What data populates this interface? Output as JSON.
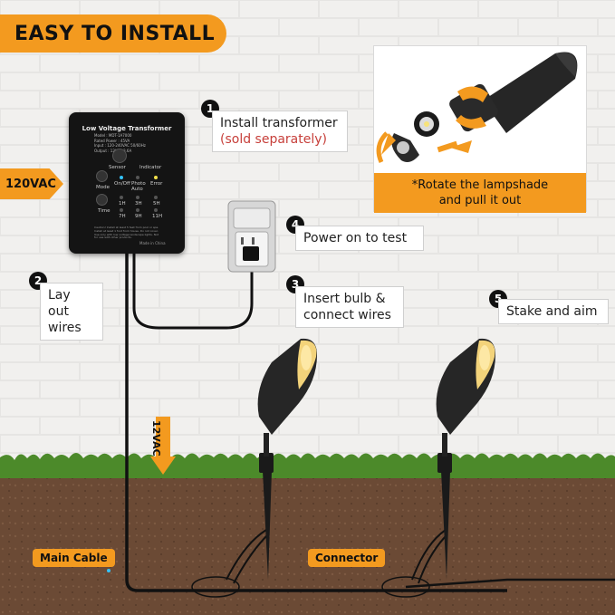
{
  "banner": {
    "title": "EASY TO INSTALL"
  },
  "inset": {
    "caption_line1": "*Rotate the lampshade",
    "caption_line2": "and pull it out"
  },
  "steps": [
    {
      "number": "1",
      "line1": "Install transformer",
      "line2": "(sold separately)"
    },
    {
      "number": "2",
      "line1": "Lay out",
      "line2": "wires"
    },
    {
      "number": "3",
      "line1": "Insert bulb &",
      "line2": "connect wires"
    },
    {
      "number": "4",
      "line1": "Power on to test"
    },
    {
      "number": "5",
      "line1": "Stake and aim"
    }
  ],
  "voltage": {
    "input": "120VAC",
    "output": "12VAC"
  },
  "labels": {
    "main_cable": "Main Cable",
    "connector": "Connector"
  },
  "transformer": {
    "title": "Low Voltage Transformer",
    "spec_line1": "Model : MDT-1A7000",
    "spec_line2": "Rated Power : 45VA",
    "spec_line3": "Input : 120-240VAC 50/60Hz",
    "spec_line4": "Output : 12VAC 3.6A",
    "sensor": "Sensor",
    "indicator": "Indicator",
    "mode": "Mode",
    "on_off": "On/Off",
    "photo_auto": "Photo Auto",
    "error": "Error",
    "time": "Time",
    "t1h": "1H",
    "t3h": "3H",
    "t5h": "5H",
    "t7h": "7H",
    "t9h": "9H",
    "t11h": "11H",
    "caution": "Caution! Install at least 5 feet from pool or spa. Install at least 1 foot from house. Do not cover. Use only with low voltage landscape lights. Not for use with other products.",
    "made_in": "Made in China"
  },
  "colors": {
    "accent_orange": "#f39a1f",
    "wall": "#e9e8e6",
    "soil": "#6b4a35",
    "grass": "#4c8a2a",
    "sub_text_red": "#c7403b"
  },
  "icons": [
    "lamp-icon",
    "outlet-icon",
    "connector-icon",
    "arrow-down-icon",
    "arrow-right-icon"
  ]
}
